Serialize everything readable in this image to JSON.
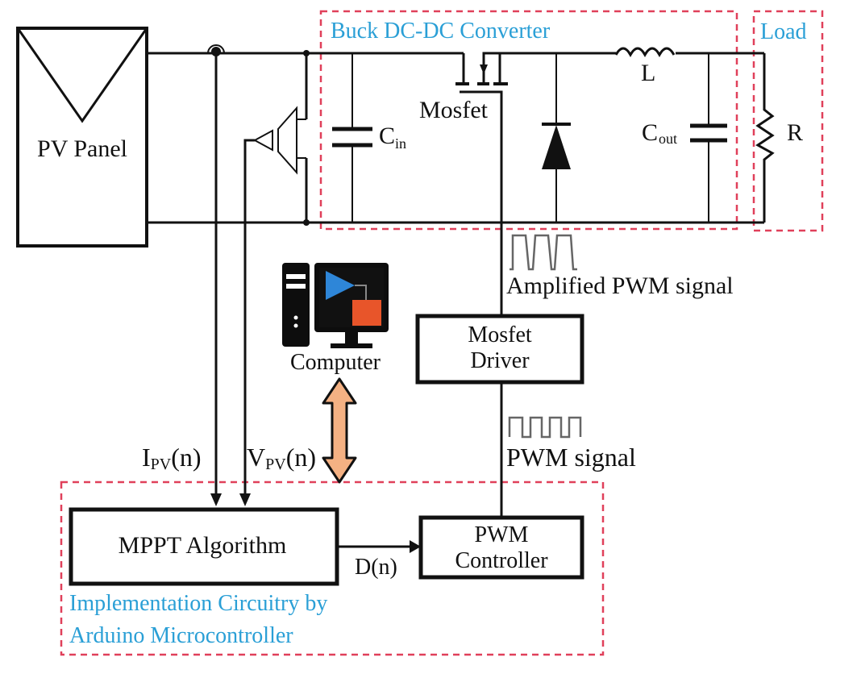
{
  "diagram": {
    "regions": {
      "buck_converter": "Buck DC-DC Converter",
      "load": "Load",
      "implementation_line1": "Implementation Circuitry by",
      "implementation_line2": "Arduino Microcontroller"
    },
    "components": {
      "pv_panel": "PV Panel",
      "c_in_main": "C",
      "c_in_sub": "in",
      "mosfet": "Mosfet",
      "inductor": "L",
      "c_out_main": "C",
      "c_out_sub": "out",
      "resistor": "R",
      "computer": "Computer",
      "mosfet_driver_line1": "Mosfet",
      "mosfet_driver_line2": "Driver",
      "mppt": "MPPT Algorithm",
      "pwm_controller_line1": "PWM",
      "pwm_controller_line2": "Controller"
    },
    "signals": {
      "amplified_pwm": "Amplified PWM signal",
      "pwm": "PWM signal",
      "ipv_main": "I",
      "ipv_sub": "PV",
      "ipv_tail": "(n)",
      "vpv_main": "V",
      "vpv_sub": "PV",
      "vpv_tail": "(n)",
      "duty": "D(n)"
    },
    "colors": {
      "region_border": "#e0405a",
      "region_label": "#2a9fd6",
      "arrow_fill": "#f4b183"
    }
  }
}
